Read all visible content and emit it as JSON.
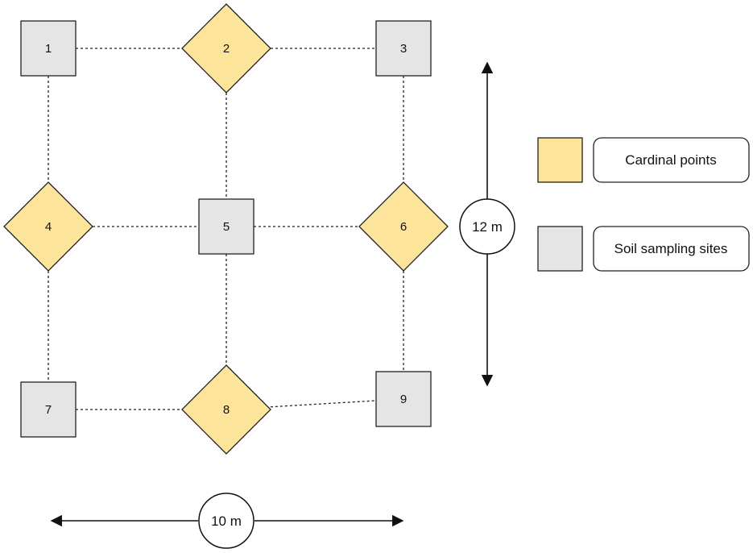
{
  "nodes": [
    {
      "id": "1",
      "kind": "soil"
    },
    {
      "id": "2",
      "kind": "cardinal"
    },
    {
      "id": "3",
      "kind": "soil"
    },
    {
      "id": "4",
      "kind": "cardinal"
    },
    {
      "id": "5",
      "kind": "soil"
    },
    {
      "id": "6",
      "kind": "cardinal"
    },
    {
      "id": "7",
      "kind": "soil"
    },
    {
      "id": "8",
      "kind": "cardinal"
    },
    {
      "id": "9",
      "kind": "soil"
    }
  ],
  "edges": [
    [
      "1",
      "2"
    ],
    [
      "2",
      "3"
    ],
    [
      "1",
      "4"
    ],
    [
      "2",
      "5"
    ],
    [
      "3",
      "6"
    ],
    [
      "4",
      "5"
    ],
    [
      "5",
      "6"
    ],
    [
      "4",
      "7"
    ],
    [
      "5",
      "8"
    ],
    [
      "6",
      "9"
    ],
    [
      "7",
      "8"
    ],
    [
      "8",
      "9"
    ]
  ],
  "dimensions": {
    "vertical": "12 m",
    "horizontal": "10 m"
  },
  "legend": {
    "cardinal": "Cardinal points",
    "soil": "Soil sampling sites"
  },
  "colors": {
    "cardinal_fill": "#fce59a",
    "soil_fill": "#e5e5e5",
    "stroke": "#222222"
  }
}
